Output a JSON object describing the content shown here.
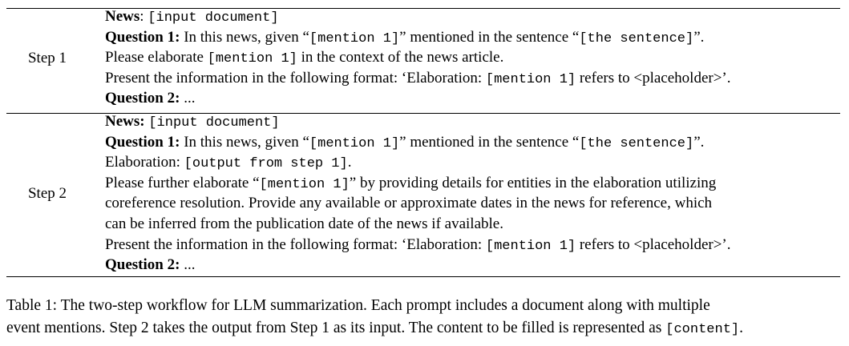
{
  "table": {
    "rows": [
      {
        "label": "Step 1",
        "lines": [
          [
            {
              "t": "News",
              "s": "b"
            },
            {
              "t": ": "
            },
            {
              "t": "[input document]",
              "s": "m"
            }
          ],
          [
            {
              "t": "Question 1:",
              "s": "b"
            },
            {
              "t": " In this news, given “"
            },
            {
              "t": "[mention 1]",
              "s": "m"
            },
            {
              "t": "” mentioned in the sentence “"
            },
            {
              "t": "[the sentence]",
              "s": "m"
            },
            {
              "t": "”."
            }
          ],
          [
            {
              "t": "Please elaborate "
            },
            {
              "t": "[mention 1]",
              "s": "m"
            },
            {
              "t": " in the context of the news article."
            }
          ],
          [
            {
              "t": "Present the information in the following format: ‘Elaboration: "
            },
            {
              "t": "[mention 1]",
              "s": "m"
            },
            {
              "t": " refers to <placeholder>’."
            }
          ],
          [
            {
              "t": "Question 2:",
              "s": "b"
            },
            {
              "t": " ..."
            }
          ]
        ]
      },
      {
        "label": "Step 2",
        "lines": [
          [
            {
              "t": "News:",
              "s": "b"
            },
            {
              "t": " "
            },
            {
              "t": "[input document]",
              "s": "m"
            }
          ],
          [
            {
              "t": "Question 1:",
              "s": "b"
            },
            {
              "t": " In this news, given “"
            },
            {
              "t": "[mention 1]",
              "s": "m"
            },
            {
              "t": "” mentioned in the sentence “"
            },
            {
              "t": "[the sentence]",
              "s": "m"
            },
            {
              "t": "”."
            }
          ],
          [
            {
              "t": "Elaboration: "
            },
            {
              "t": "[output from step 1]",
              "s": "m"
            },
            {
              "t": "."
            }
          ],
          [
            {
              "t": "Please further elaborate “"
            },
            {
              "t": "[mention 1]",
              "s": "m"
            },
            {
              "t": "” by providing details for entities in the elaboration utilizing"
            }
          ],
          [
            {
              "t": "coreference resolution. Provide any available or approximate dates in the news for reference, which"
            }
          ],
          [
            {
              "t": "can be inferred from the publication date of the news if available."
            }
          ],
          [
            {
              "t": "Present the information in the following format: ‘Elaboration: "
            },
            {
              "t": "[mention 1]",
              "s": "m"
            },
            {
              "t": " refers to <placeholder>’."
            }
          ],
          [
            {
              "t": "Question 2:",
              "s": "b"
            },
            {
              "t": " ..."
            }
          ]
        ]
      }
    ]
  },
  "caption": {
    "lines": [
      [
        {
          "t": "Table 1: The two-step workflow for LLM summarization. Each prompt includes a document along with multiple"
        }
      ],
      [
        {
          "t": "event mentions. Step 2 takes the output from Step 1 as its input. The content to be filled is represented as "
        },
        {
          "t": "[content]",
          "s": "m"
        },
        {
          "t": "."
        }
      ]
    ]
  }
}
